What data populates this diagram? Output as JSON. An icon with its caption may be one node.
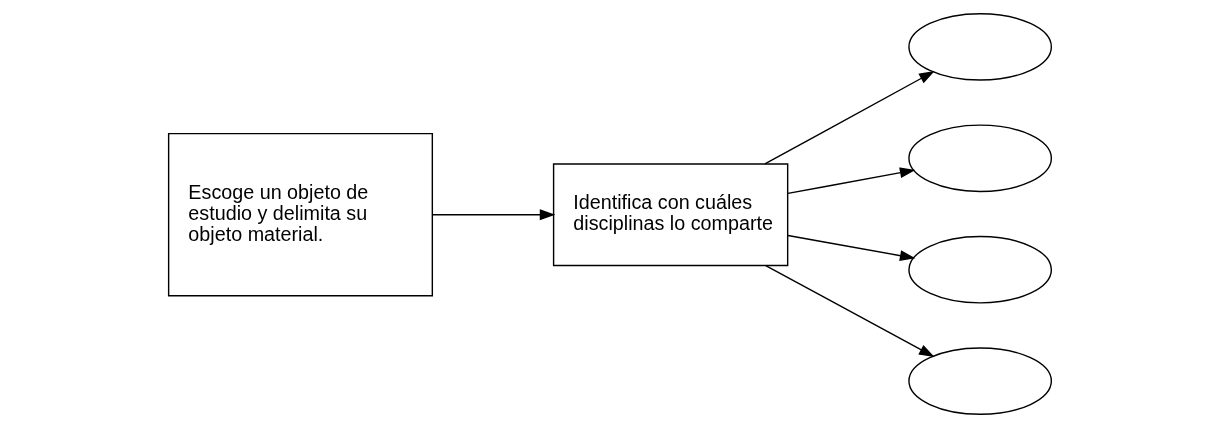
{
  "diagram": {
    "nodes": [
      {
        "text": [
          "Escoge un objeto de estudio y delimita su objeto material."
        ]
      },
      {
        "text": [
          "Identifica con cuáles disciplinas lo comparte"
        ]
      },
      {
        "text": [],
        "shape": "ellipse"
      },
      {
        "text": [],
        "shape": "ellipse"
      },
      {
        "text": [],
        "shape": "ellipse"
      },
      {
        "text": [],
        "shape": "ellipse"
      }
    ],
    "edges": [
      {
        "from": 0,
        "to": 1,
        "arrow": "to"
      },
      {
        "from": 1,
        "to": 2,
        "arrow": "to"
      },
      {
        "from": 1,
        "to": 3,
        "arrow": "to"
      },
      {
        "from": 1,
        "to": 4,
        "arrow": "to"
      },
      {
        "from": 1,
        "to": 5,
        "arrow": "to"
      }
    ]
  }
}
